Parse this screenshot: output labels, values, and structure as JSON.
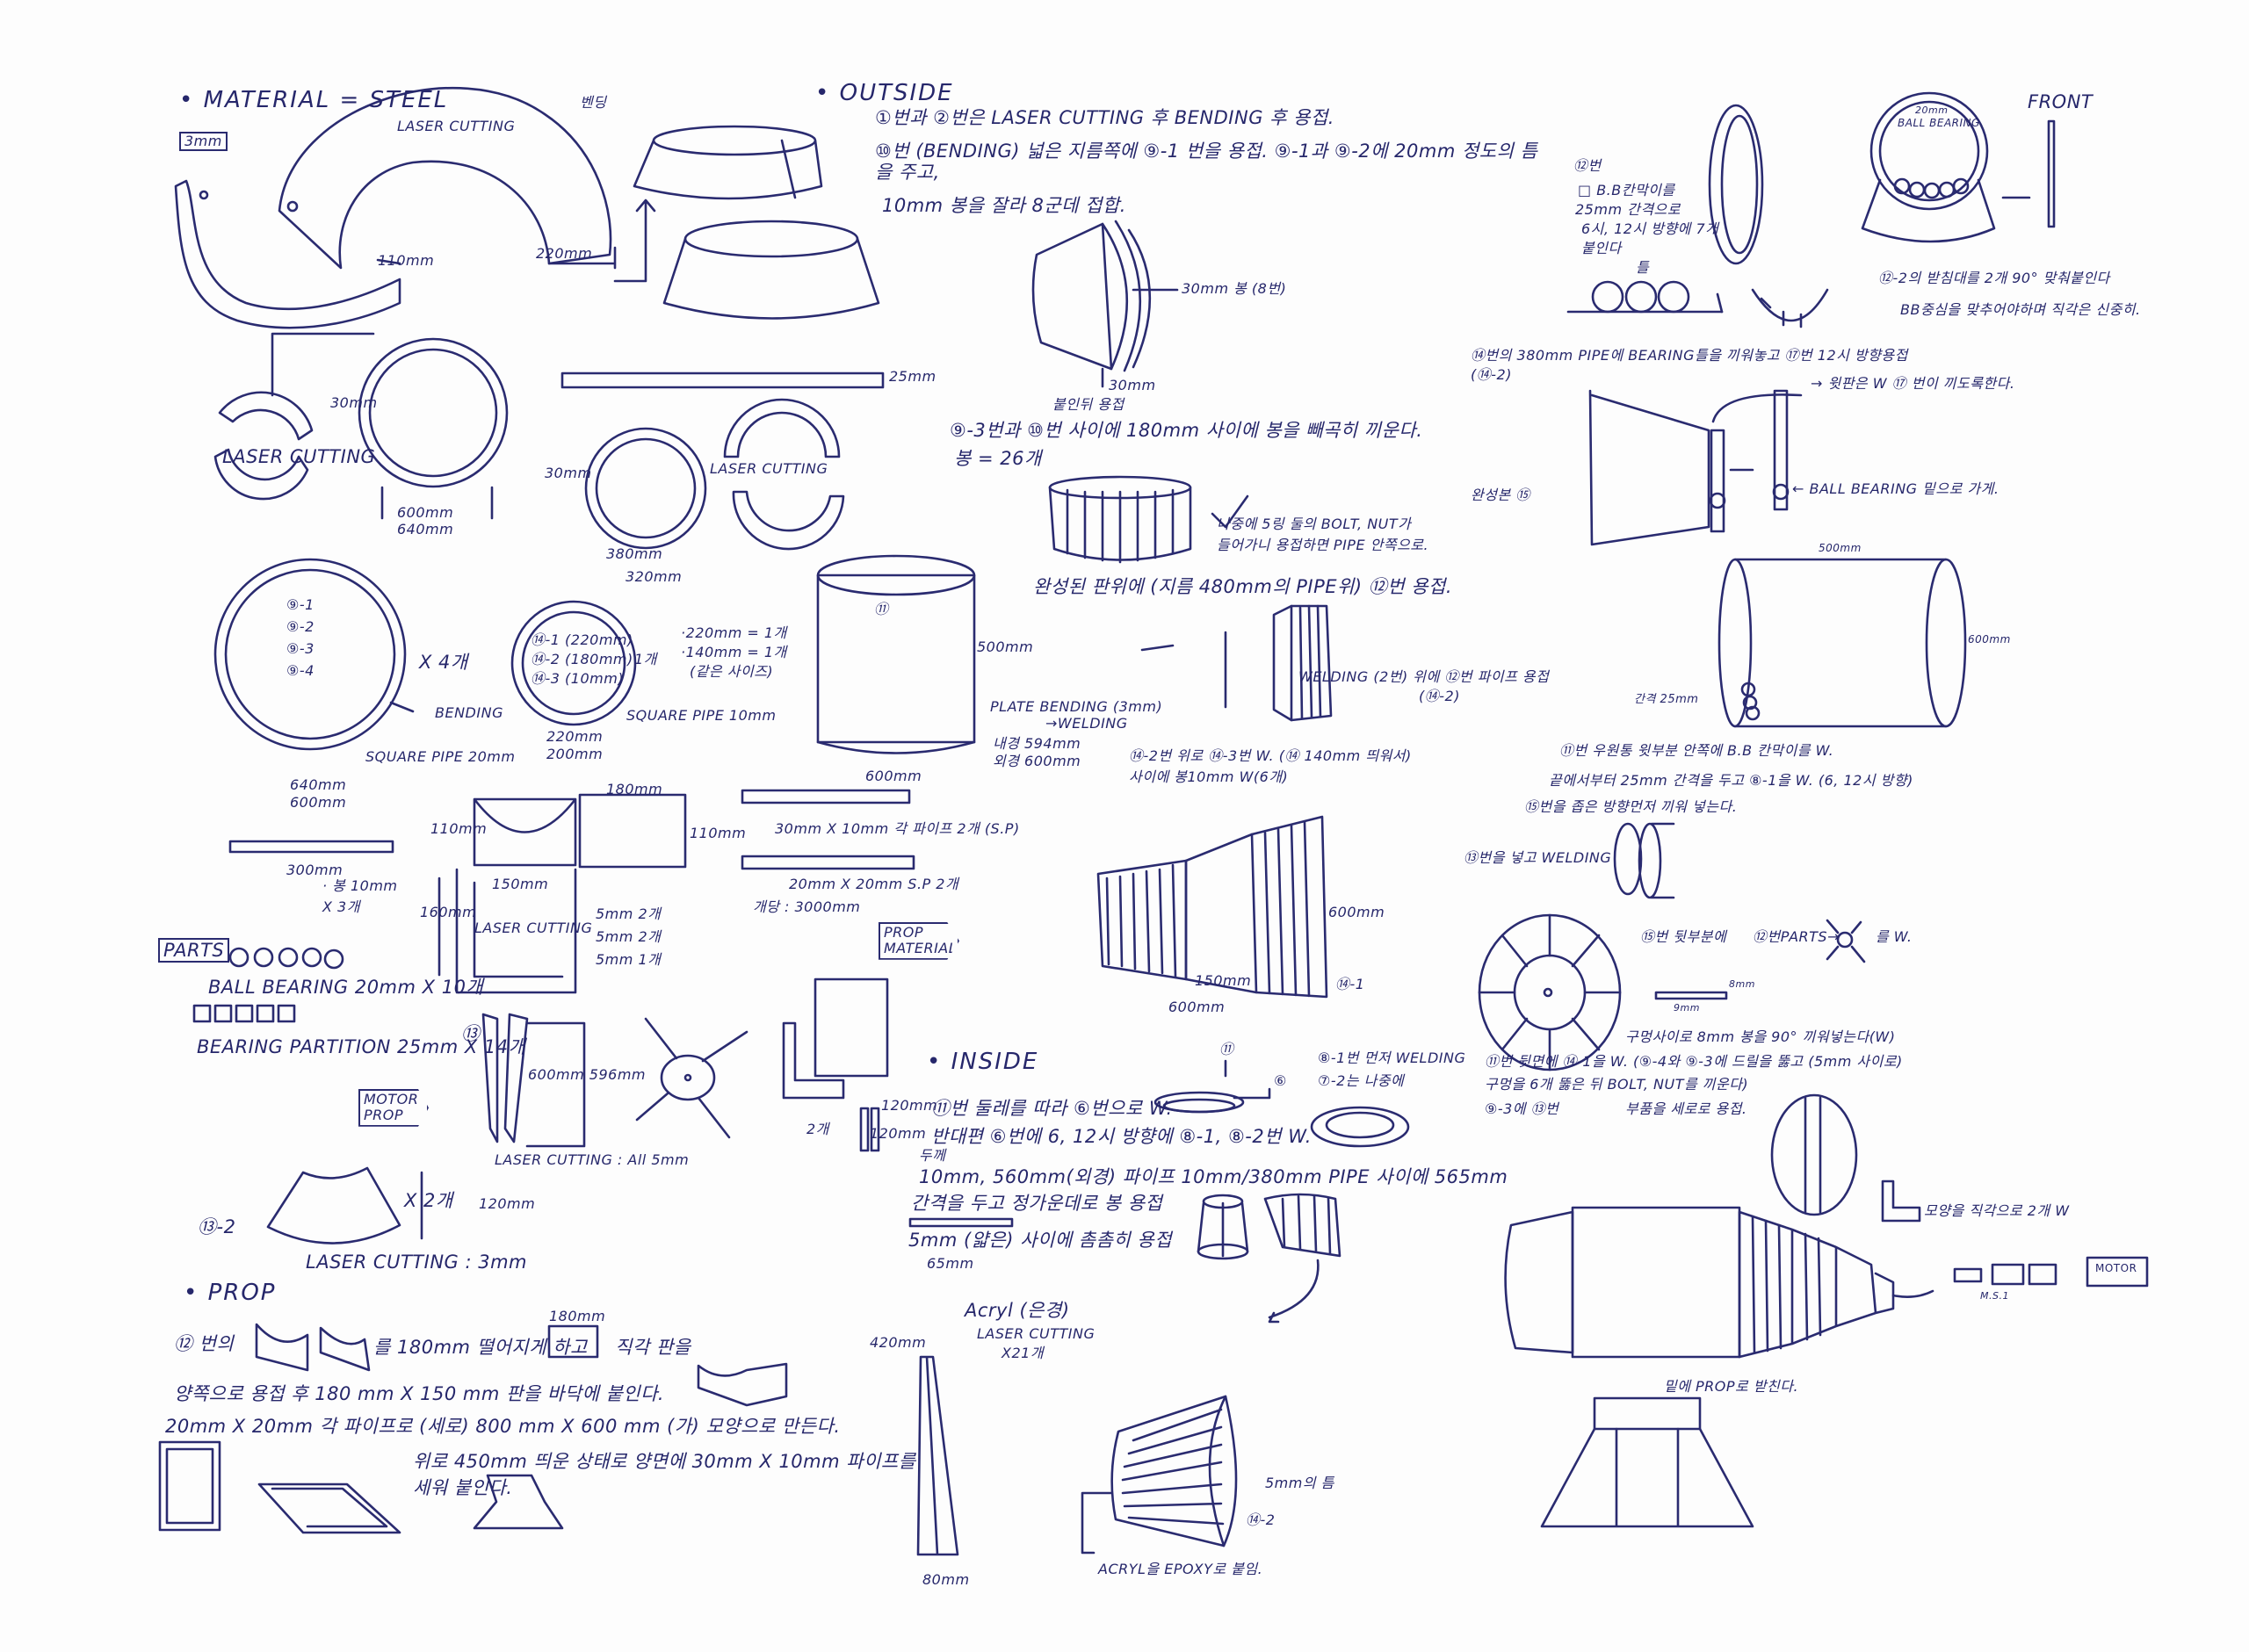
{
  "material": {
    "title": "• MATERIAL = STEEL",
    "thickness": "3mm",
    "laser_cutting_1": "LASER CUTTING",
    "bending_note": "벤딩",
    "dim_220": "220mm",
    "dim_110": "110mm",
    "dim_30a": "30mm",
    "laser_cutting_2": "LASER CUTTING",
    "dim_600a": "600mm",
    "dim_640a": "640mm",
    "dim_30b": "30mm",
    "laser_cutting_3": "LASER CUTTING",
    "dim_380": "380mm",
    "dim_320": "320mm",
    "dim_25": "25mm",
    "ring_labels": [
      "⑨-1",
      "⑨-2",
      "⑨-3",
      "⑨-4"
    ],
    "x4": "X 4개",
    "bending": "BENDING",
    "square_pipe_20": "SQUARE PIPE 20mm",
    "dim_640b": "640mm",
    "dim_600b": "600mm",
    "pipe_labels": [
      "⑭-1 (220mm)",
      "⑭-2 (180mm)",
      "⑭-3 (10mm)"
    ],
    "one_each": "1개",
    "pipe_notes": [
      "·220mm = 1개",
      "·140mm = 1개",
      "(같은 사이즈)"
    ],
    "dim_220b": "220mm",
    "dim_200": "200mm",
    "square_pipe_10": "SQUARE PIPE 10mm",
    "dim_300": "300mm",
    "rod_note": [
      "· 봉 10mm",
      "X 3개"
    ],
    "dim_180": "180mm",
    "dim_110b": "110mm",
    "dim_110c": "110mm",
    "dim_150": "150mm",
    "dim_160": "160mm",
    "laser_cutting_4": "LASER CUTTING",
    "plate_notes": [
      "5mm 2개",
      "5mm 2개",
      "5mm 1개"
    ],
    "sp_30x10": "30mm X 10mm 각 파이프 2개 (S.P)",
    "sp_20x20": "20mm X 20mm S.P 2개",
    "each_len": "개당 : 3000mm",
    "prop_material_tag": "PROP MATERIAL"
  },
  "parts": {
    "title": "PARTS",
    "ball_bearing": "BALL BEARING 20mm X 10개",
    "bearing_partition": "BEARING PARTITION 25mm X 14개",
    "motor_prop_tag": "MOTOR PROP",
    "part13": "⑬",
    "dim_600_596": "600mm  596mm",
    "laser_all": "LASER CUTTING : All 5mm",
    "two_pcs": "2개",
    "dim_120a": "120mm",
    "part13_2": "⑬-2",
    "x2": "X 2개",
    "dim_120b": "120mm",
    "laser_3mm": "LASER CUTTING : 3mm"
  },
  "prop": {
    "title": "• PROP",
    "dim_180": "180mm",
    "line1a": "⑫ 번의",
    "line1b": "를 180mm 떨어지게 하고",
    "line1c": "직각 판을",
    "line2": "양쪽으로 용접 후   180 mm X 150 mm  판을  바닥에  붙인다.",
    "line3": "20mm X 20mm   각 파이프로     (세로) 800 mm X 600 mm (가)  모양으로  만든다.",
    "line4": "위로  450mm 띄운 상태로   양면에   30mm X 10mm   파이프를",
    "line5": "세워 붙인다."
  },
  "outside": {
    "title": "• OUTSIDE",
    "line1": "①번과 ②번은  LASER CUTTING 후  BENDING 후 용접.",
    "line2": "⑩번 (BENDING) 넓은 지름쪽에 ⑨-1 번을 용접.   ⑨-1과 ⑨-2에 20mm 정도의 틈을 주고,",
    "line3": "10mm 봉을 잘라 8군데 접합.",
    "rod_note": "30mm 봉  (8번)",
    "dim_30": "30mm",
    "weld_after": "붙인뒤 용접",
    "line4": "⑨-3번과  ⑩번  사이에  180mm  사이에  봉을  빼곡히  끼운다.",
    "line5": "봉 = 26개",
    "bolt_note": [
      "나중에 5링 둘의 BOLT, NUT가",
      "들어가니 용접하면 PIPE 안쪽으로."
    ],
    "line6": "완성된 판위에 (지름 480mm의 PIPE위)  ⑫번 용접.",
    "part11": "⑪",
    "dim_500": "500mm",
    "dim_600": "600mm",
    "plate_bending": [
      "PLATE BENDING (3mm)",
      "→WELDING"
    ],
    "diameters": [
      "내경  594mm",
      "외경  600mm"
    ],
    "welding_note": [
      "WELDING (2번) 위에 ⑫번 파이프 용접",
      "(⑭-2)"
    ],
    "line7": [
      "⑭-2번 위로 ⑭-3번 W.  (⑭ 140mm 띄워서)",
      "사이에  봉10mm  W(6개)"
    ],
    "dim_600b": "600mm",
    "part14_1": "⑭-1",
    "dim_150": "150mm",
    "dim_600c": "600mm"
  },
  "inside": {
    "title": "• INSIDE",
    "ring_label_11": "⑪",
    "ring_label_6": "⑥",
    "weld_note": [
      "⑧-1번 먼저 WELDING",
      "⑦-2는 나중에"
    ],
    "line1": "⑪번 둘레를 따라 ⑥번으로 W.",
    "line2": "반대편 ⑥번에   6, 12시 방향에 ⑧-1, ⑧-2번 W.",
    "dim_120": "120mm",
    "thickness": "두께",
    "line3": "10mm, 560mm(외경) 파이프   10mm/380mm  PIPE  사이에 565mm",
    "line4": "간격을 두고  정가운데로  봉 용접",
    "line5": "5mm (얇은)  사이에  촘촘히 용접",
    "dim_65": "65mm",
    "dim_420": "420mm",
    "dim_80": "80mm",
    "acryl": [
      "Acryl (은경)",
      "LASER CUTTING",
      "X21개"
    ],
    "gap_note": "5mm의 틈",
    "part14_2": "⑭-2",
    "epoxy": "ACRYL을 EPOXY로 붙임."
  },
  "right": {
    "part12": "⑫번",
    "bb_note": [
      "□ B.B칸막이를",
      "25mm 간격으로",
      "6시, 12시 방향에 7개",
      "붙인다"
    ],
    "frame": "틀",
    "front": "FRONT",
    "bb_label": [
      "20mm",
      "BALL BEARING"
    ],
    "note_12_2": "⑫-2의 받침대를 2개  90° 맞춰붙인다",
    "note_center": "BB중심을 맞추어야하며  직각은  신중히.",
    "pipe_note": "⑭번의  380mm  PIPE에  BEARING틀을 끼워놓고 ⑰번 12시 방향용접",
    "pipe_note_sub": "(⑭-2)",
    "top_plate": "→ 윗판은 W  ⑰ 번이 끼도록한다.",
    "ball_bearing_bottom": "← BALL BEARING  밑으로 가게.",
    "complete": "완성본 ⑮",
    "dim_500": "500mm",
    "dim_600": "600mm",
    "gap_25": "간격 25mm",
    "line1": "⑪번 우원통 윗부분 안쪽에 B.B 칸막이를 W.",
    "line2": "끝에서부터 25mm 간격을 두고  ⑧-1을 W.  (6, 12시 방향)",
    "line3": "⑮번을  좁은 방향먼저  끼워 넣는다.",
    "line4": "⑬번을  넣고  WELDING",
    "line5a": "⑮번  뒷부분에",
    "line5b": "⑫번PARTS→",
    "line5c": "를  W.",
    "rod_dims": [
      "9mm",
      "8mm"
    ],
    "line6": "구멍사이로  8mm 봉을  90° 끼워넣는다(W)",
    "line7": "⑪번  뒷면에  ⑭-1을  W.  (⑨-4와 ⑨-3에  드릴을  뚫고 (5mm 사이로)",
    "line8": "구멍을  6개  뚫은 뒤   BOLT, NUT를 끼운다)",
    "line9a": "⑨-3에  ⑬번",
    "line9b": "부품을  세로로  용접.",
    "right_angle": "모양을 직각으로  2개 W",
    "motor": "MOTOR",
    "ms": "M.S.1",
    "prop_support": "밑에 PROP로 받친다."
  }
}
